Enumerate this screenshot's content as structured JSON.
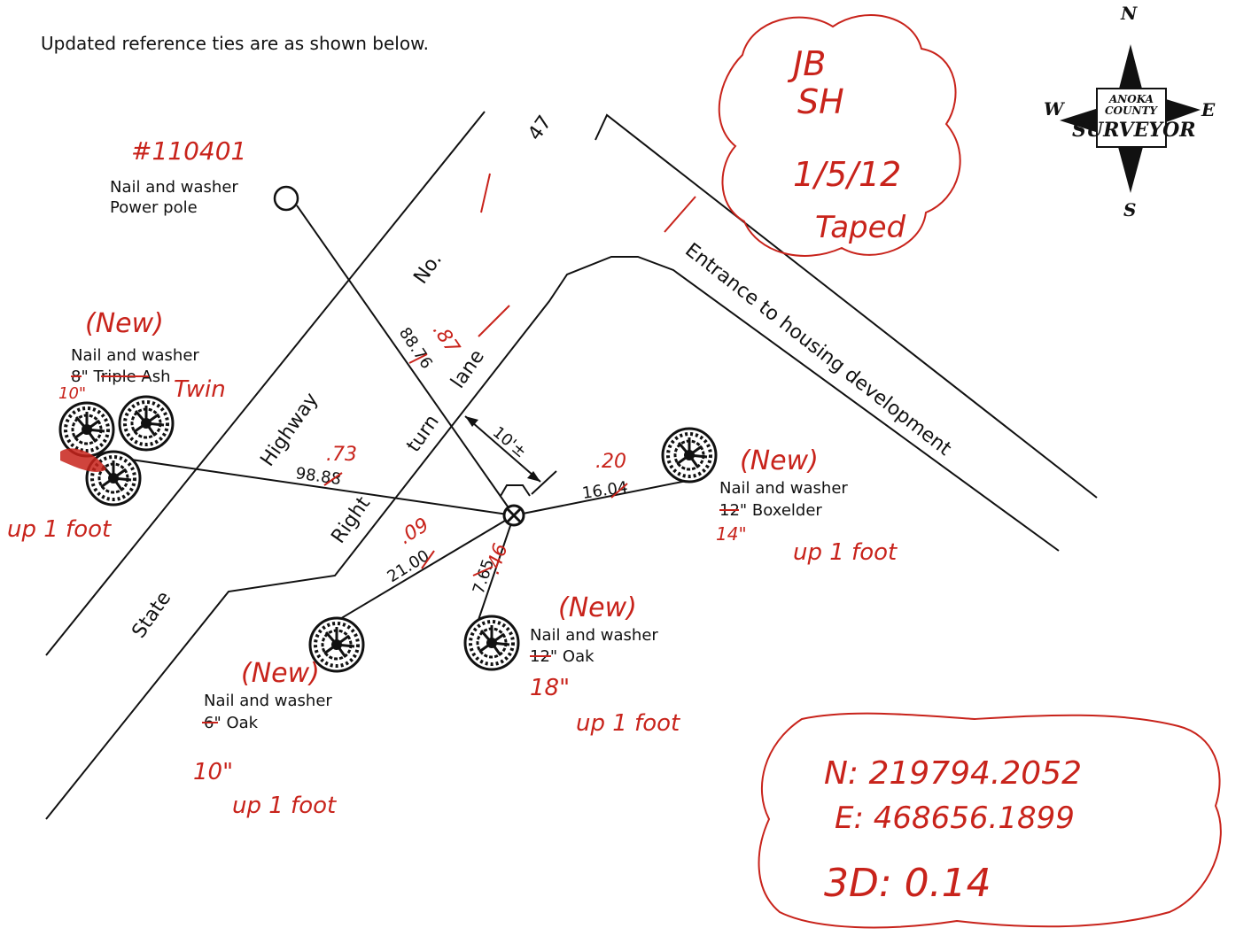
{
  "header": {
    "note": "Updated reference ties are as shown below."
  },
  "road_labels": {
    "state": "State",
    "highway": "Highway",
    "no": "No.",
    "route_number": "47",
    "right": "Right",
    "turn": "turn",
    "lane": "lane",
    "entrance": "Entrance to housing development"
  },
  "monument_id": "#110401",
  "power_pole": {
    "line1": "Nail and washer",
    "line2": "Power pole"
  },
  "ash": {
    "new_tag": "(New)",
    "line1": "Nail and washer",
    "old_size": "8",
    "line2_rest": "\" Triple Ash",
    "strike_word": "Triple",
    "new_size": "10\"",
    "twin": "Twin",
    "uplift": "up 1 foot"
  },
  "boxelder": {
    "new_tag": "(New)",
    "line1": "Nail and washer",
    "old_size": "12",
    "line2_rest": "\" Boxelder",
    "new_size": "14\"",
    "uplift": "up 1 foot"
  },
  "oak_right": {
    "new_tag": "(New)",
    "line1": "Nail and washer",
    "old_size": "12",
    "line2_rest": "\" Oak",
    "new_size": "18\"",
    "uplift": "up 1 foot"
  },
  "oak_left": {
    "new_tag": "(New)",
    "line1": "Nail and washer",
    "old_size": "6",
    "line2_rest": "\" Oak",
    "new_size": "10\"",
    "uplift": "up 1 foot"
  },
  "distances": {
    "power_pole": {
      "old": "88.76",
      "new": ".87"
    },
    "ash": {
      "old": "98.88",
      "new": ".73"
    },
    "boxelder": {
      "old": "16.04",
      "new": ".20"
    },
    "oak_left": {
      "old": "21.00",
      "new": ".09"
    },
    "oak_right": {
      "old": "7.65",
      "new": ".46"
    },
    "offset": "10'±"
  },
  "field_notes": {
    "crew1": "JB",
    "crew2": "SH",
    "date": "1/5/12",
    "method": "Taped"
  },
  "coordinates": {
    "north": "N: 219794.2052",
    "east": "E: 468656.1899",
    "three_d": "3D: 0.14"
  },
  "compass": {
    "n": "N",
    "s": "S",
    "e": "E",
    "w": "W",
    "org1": "ANOKA",
    "org2": "COUNTY",
    "org3": "SURVEYOR"
  },
  "colors": {
    "ink": "#111111",
    "red_pen": "#c8231b"
  }
}
